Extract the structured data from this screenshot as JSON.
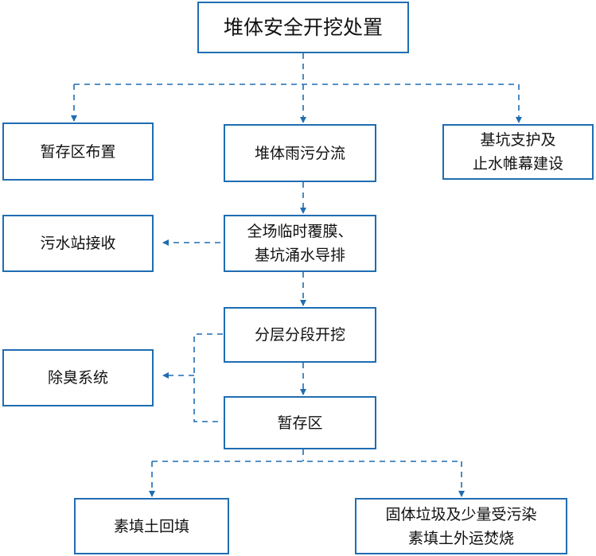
{
  "nodes": {
    "root": [
      "堆体安全开挖处置"
    ],
    "storage_layout": [
      "暂存区布置"
    ],
    "rain_diversion": [
      "堆体雨污分流"
    ],
    "pit_support": [
      "基坑支护及",
      "止水帷幕建设"
    ],
    "film_drainage": [
      "全场临时覆膜、",
      "基坑涌水导排"
    ],
    "sewage_station": [
      "污水站接收"
    ],
    "layered_excavation": [
      "分层分段开挖"
    ],
    "deodorization": [
      "除臭系统"
    ],
    "storage_area": [
      "暂存区"
    ],
    "backfill": [
      "素填土回填"
    ],
    "waste_disposal": [
      "固体垃圾及少量受污染",
      "素填土外运焚烧"
    ]
  },
  "colors": {
    "line": "#1f6db2",
    "border": "#1f6db2",
    "text": "#111111"
  }
}
